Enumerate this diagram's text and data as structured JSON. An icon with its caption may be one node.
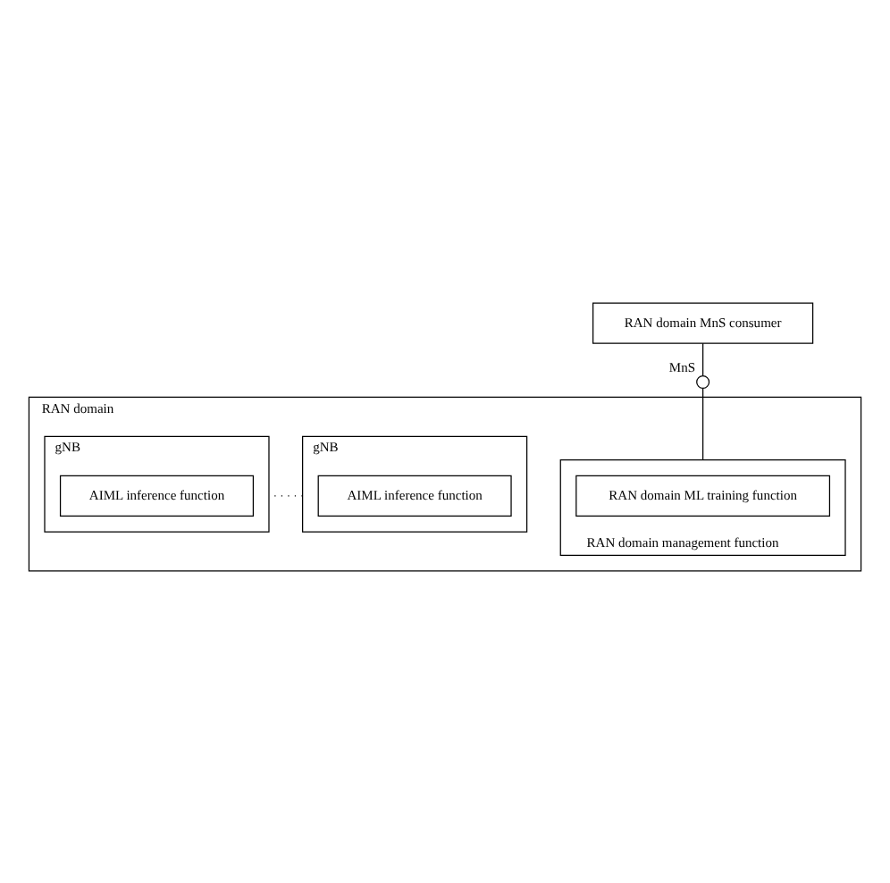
{
  "diagram": {
    "nodes": [
      {
        "text": [
          "RAN domain MnS consumer"
        ]
      },
      {
        "text": [],
        "shape": "circle",
        "beside": [
          "MnS"
        ]
      },
      {
        "text": [
          "RAN domain"
        ]
      },
      {
        "text": [
          "RAN domain management function"
        ],
        "in": 2
      },
      {
        "text": [
          "RAN domain ML training function"
        ],
        "in": 3
      },
      {
        "text": [
          "gNB"
        ],
        "in": 2
      },
      {
        "text": [
          "AIML inference function"
        ],
        "in": 5
      },
      {
        "text": [
          "gNB"
        ],
        "in": 2
      },
      {
        "text": [
          "AIML inference function"
        ],
        "in": 7
      }
    ],
    "edges": [
      {
        "from": 0,
        "to": 1,
        "arrow": "none"
      },
      {
        "from": 1,
        "to": 3,
        "arrow": "none"
      },
      {
        "from": 5,
        "to": 7,
        "arrow": "none",
        "style": "dashed"
      }
    ]
  }
}
